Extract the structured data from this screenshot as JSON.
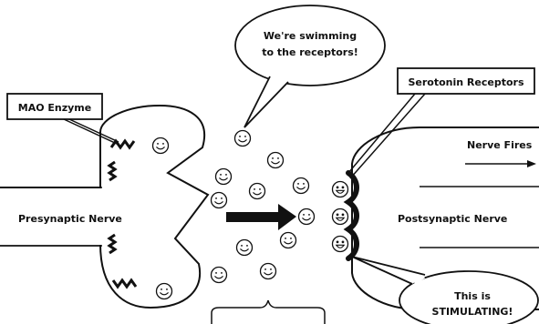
{
  "labels": {
    "mao_enzyme": "MAO Enzyme",
    "serotonin_receptors": "Serotonin Receptors",
    "nerve_fires": "Nerve Fires",
    "presynaptic": "Presynaptic Nerve",
    "postsynaptic": "Postsynaptic Nerve"
  },
  "speech": {
    "top_line1": "We're swimming",
    "top_line2": "to the receptors!",
    "bottom_line1": "This is",
    "bottom_line2": "STIMULATING!"
  },
  "icons": {
    "serotonin_molecule": "smiley-face-icon",
    "mao_enzyme": "zigzag-enzyme-icon",
    "receptor": "receptor-site-icon",
    "movement_arrow": "bold-arrow-right-icon",
    "signal_arrow": "thin-arrow-right-icon"
  },
  "colors": {
    "ink": "#111111",
    "background": "#ffffff"
  }
}
